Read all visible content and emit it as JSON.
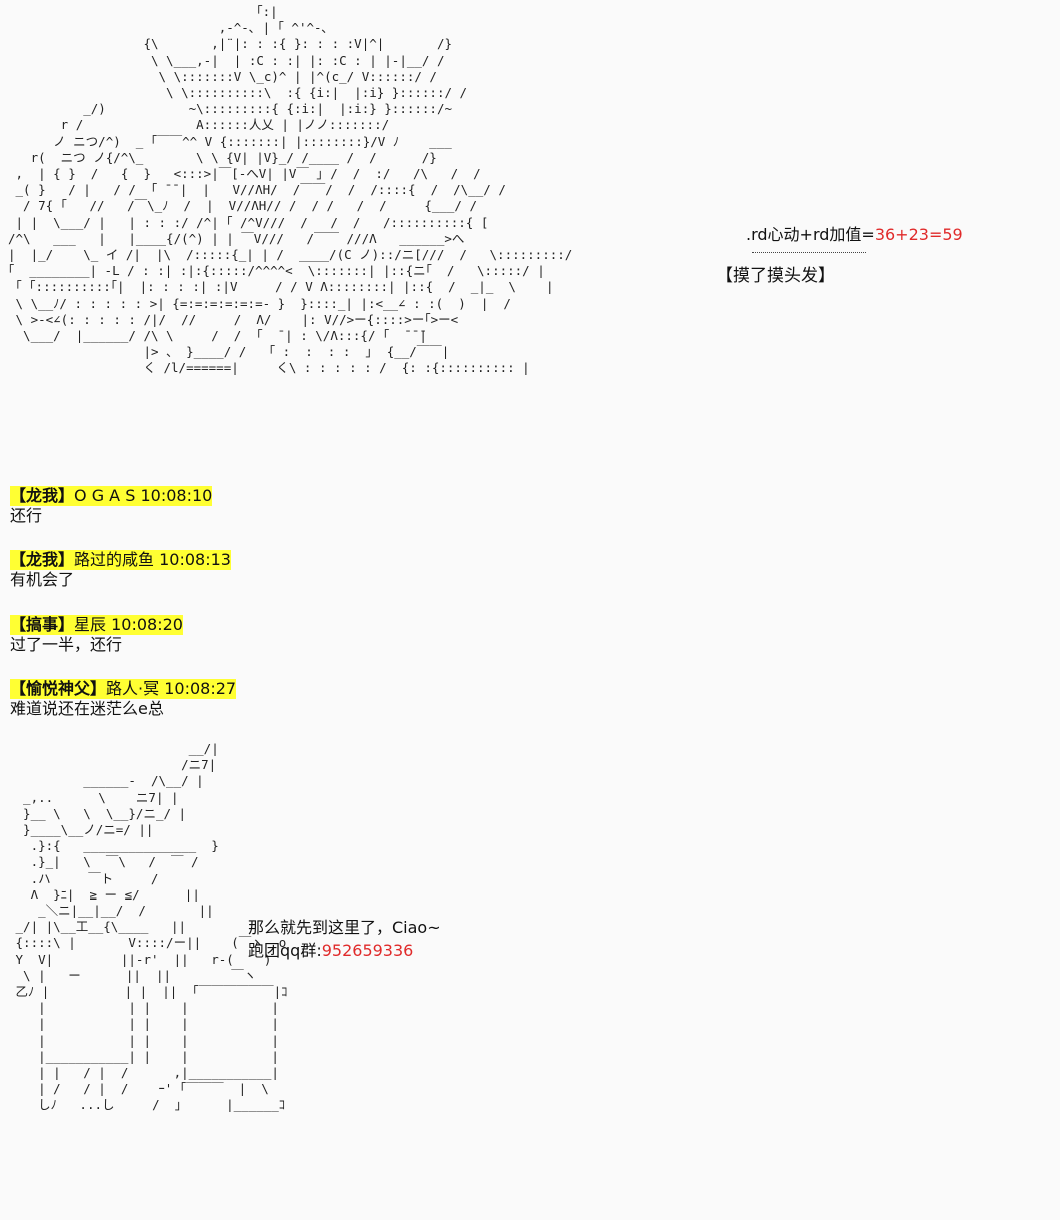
{
  "dice": {
    "roll_label": ".rd心动+rd加值=",
    "roll_value": "36+23=59",
    "action": "【摸了摸头发】"
  },
  "chat": [
    {
      "tag": "【龙我】",
      "user": "O G A S",
      "time": "10:08:10",
      "text": "还行"
    },
    {
      "tag": "【龙我】",
      "user": "路过的咸鱼",
      "time": "10:08:13",
      "text": "有机会了"
    },
    {
      "tag": "【搞事】",
      "user": "星辰",
      "time": "10:08:20",
      "text": "过了一半，还行"
    },
    {
      "tag": "【愉悦神父】",
      "user": "路人·冥",
      "time": "10:08:27",
      "text": "难道说还在迷茫么e总"
    }
  ],
  "signoff": {
    "line1": "那么就先到这里了，Ciao~",
    "line2_label": "跑团qq群:",
    "line2_number": "952659336"
  },
  "colors": {
    "highlight": "#ffff33",
    "accent_red": "#e02a2a"
  }
}
